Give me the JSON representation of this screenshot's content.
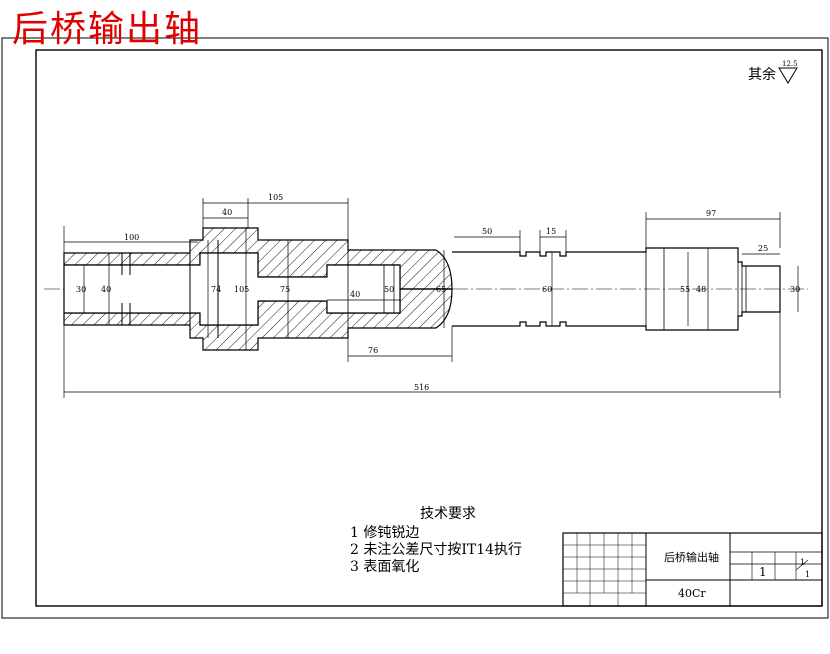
{
  "title_overlay": "后桥输出轴",
  "roughness_note": {
    "prefix": "其余",
    "value": "12.5"
  },
  "dimensions": {
    "d100": "100",
    "d40": "40",
    "d105": "105",
    "d50": "50",
    "d15": "15",
    "d97": "97",
    "d25": "25",
    "d40b": "40",
    "d76": "76",
    "d516": "516",
    "dia1": "30",
    "dia2": "40",
    "dia3": "74",
    "dia4": "105",
    "dia5": "75",
    "dia6": "50",
    "dia7": "65",
    "dia8": "60",
    "dia9": "55",
    "dia10": "48",
    "dia11": "30"
  },
  "tech_requirements": {
    "heading": "技术要求",
    "items": [
      "1  修钝锐边",
      "2  未注公差尺寸按IT14执行",
      "3  表面氧化"
    ]
  },
  "title_block": {
    "part_name": "后桥输出轴",
    "material": "40Cr",
    "quantity": "1",
    "scale": "1",
    "scale_den": "1"
  }
}
